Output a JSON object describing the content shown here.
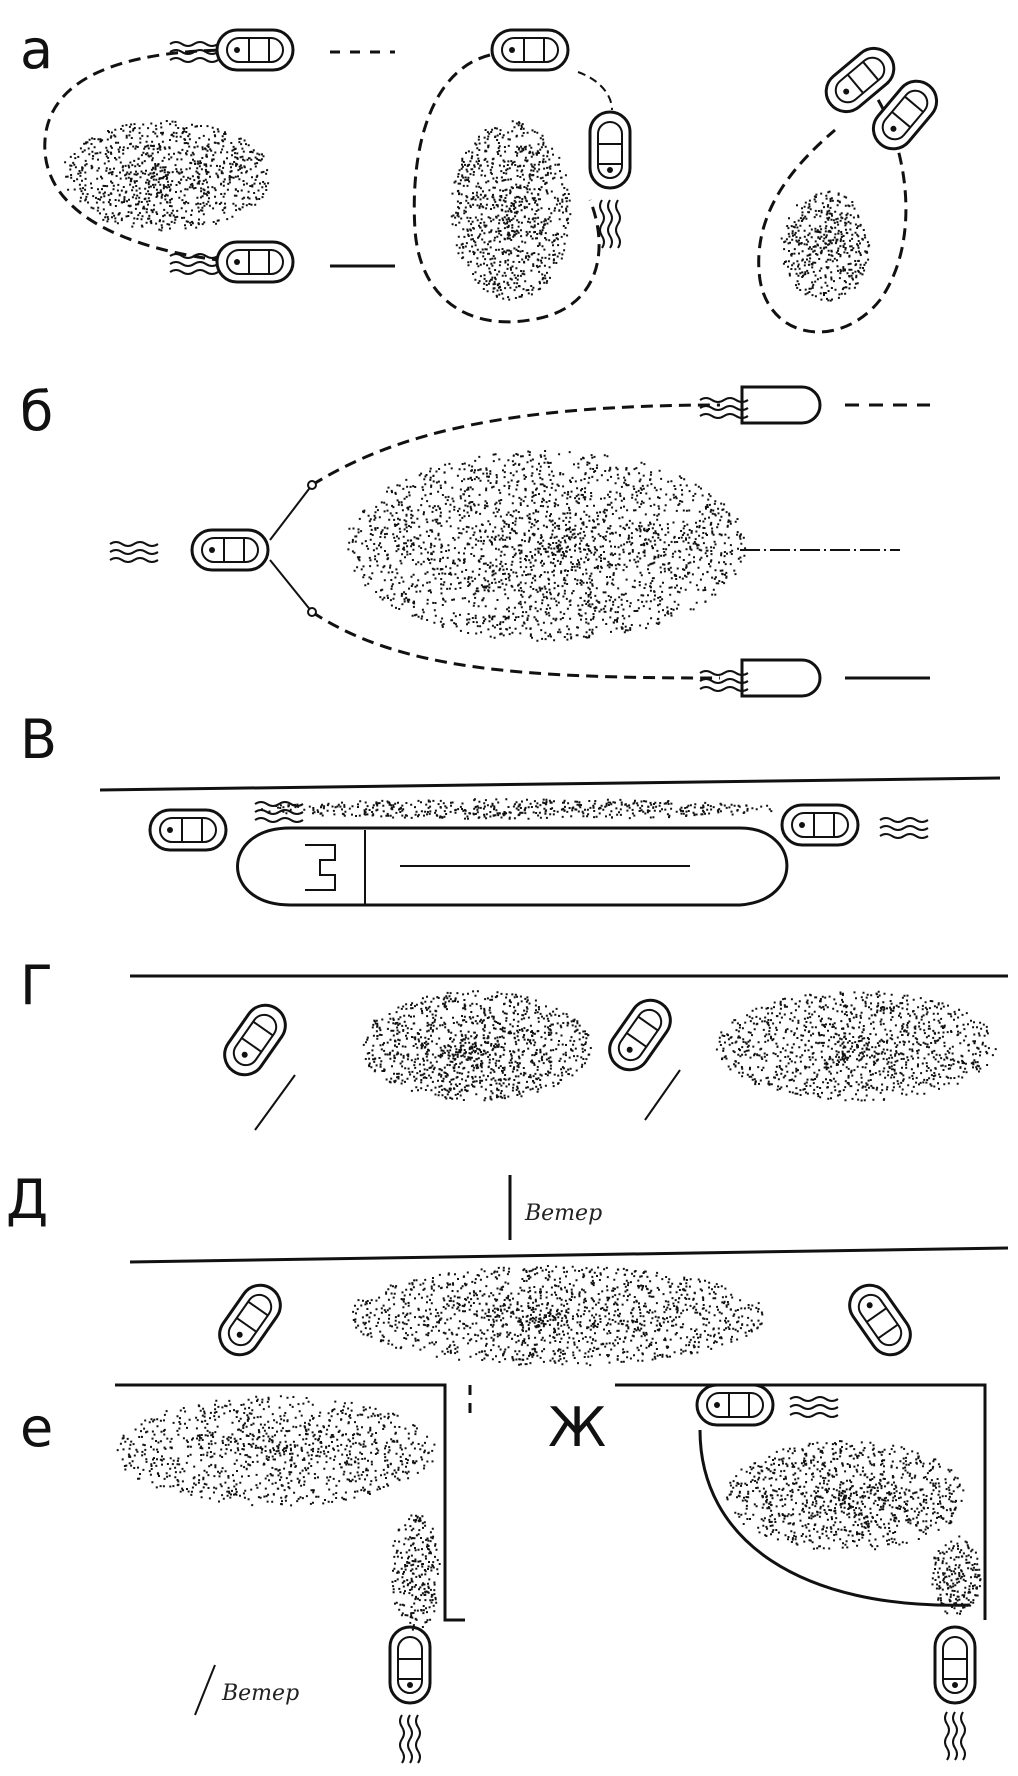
{
  "panels": [
    {
      "id": "a",
      "label": "а"
    },
    {
      "id": "b",
      "label": "б"
    },
    {
      "id": "v",
      "label": "В"
    },
    {
      "id": "g",
      "label": "Г"
    },
    {
      "id": "d",
      "label": "Д"
    },
    {
      "id": "e",
      "label": "е"
    },
    {
      "id": "zh",
      "label": "Ж"
    }
  ],
  "annotations": {
    "wind_middle": "Ветер",
    "wind_bottom": "Ветер"
  },
  "colors": {
    "ink": "#111111",
    "background": "#ffffff"
  }
}
